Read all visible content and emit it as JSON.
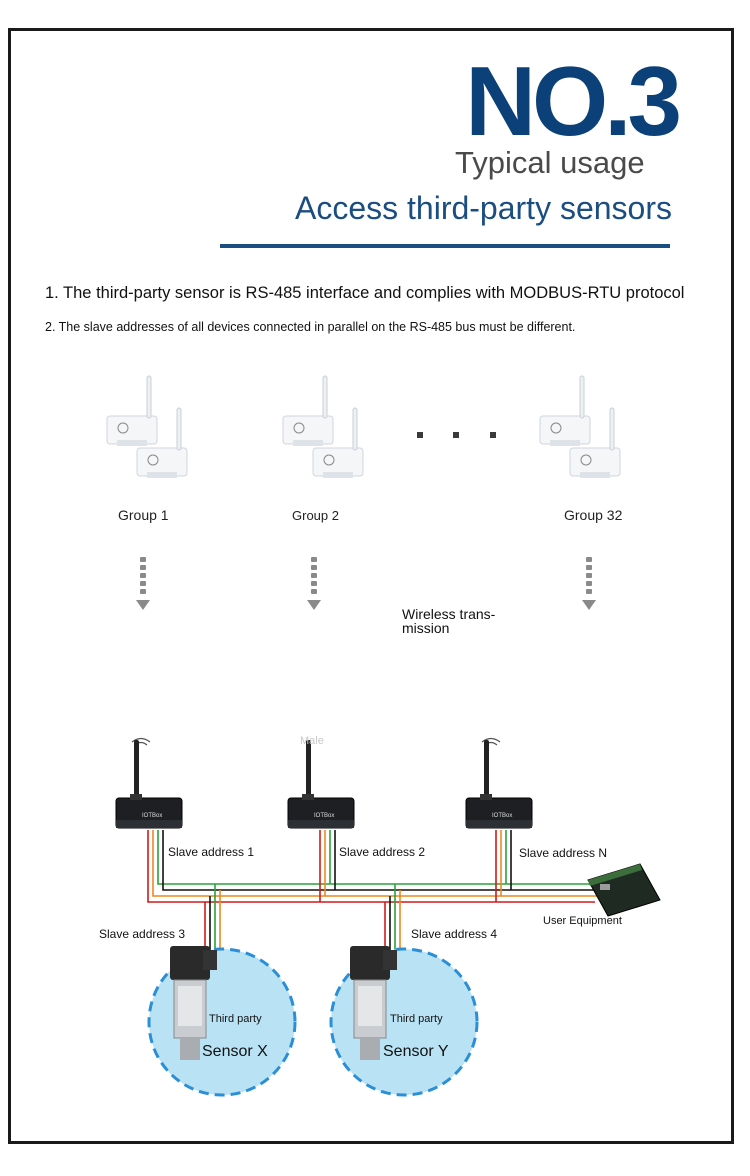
{
  "header": {
    "big_title": "NO.3",
    "subtitle": "Typical usage",
    "heading": "Access third-party sensors"
  },
  "notes": {
    "line1": "1. The third-party sensor is RS-485 interface and complies with MODBUS-RTU protocol",
    "line2": "2. The slave addresses of all devices connected in parallel on the RS-485 bus must be different."
  },
  "groups": [
    {
      "label": "Group 1"
    },
    {
      "label": "Group 2"
    },
    {
      "label": "Group 32"
    }
  ],
  "wireless_label": "Wireless trans-\nmission",
  "faint_label": "Male",
  "gateway_brand": "IOTBox",
  "slave_addresses": {
    "a1": "Slave address 1",
    "a2": "Slave address 2",
    "aN": "Slave address N",
    "a3": "Slave address 3",
    "a4": "Slave address 4"
  },
  "user_equipment": "User Equipment",
  "sensors": [
    {
      "caption": "Third party",
      "name": "Sensor X"
    },
    {
      "caption": "Third party",
      "name": "Sensor Y"
    }
  ],
  "colors": {
    "navy": "#0c4078",
    "heading_blue": "#1b4e80",
    "wire_red": "#d11a1a",
    "wire_orange": "#e98a1e",
    "wire_green": "#2aa23a",
    "wire_black": "#111111",
    "sensor_fill": "#b9e3f5",
    "sensor_border": "#2a8fd6"
  }
}
